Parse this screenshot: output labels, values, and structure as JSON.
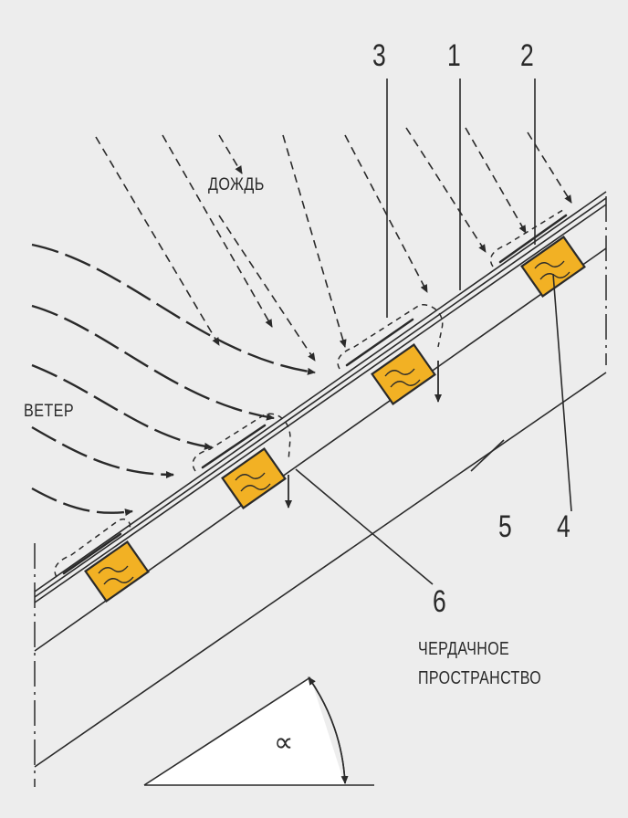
{
  "labels": {
    "rain": "ДОЖДЬ",
    "wind": "ВЕТЕР",
    "attic_line1": "ЧЕРДАЧНОЕ",
    "attic_line2": "ПРОСТРАНСТВО",
    "angle": "∝"
  },
  "callouts": {
    "n1": "1",
    "n2": "2",
    "n3": "3",
    "n4": "4",
    "n5": "5",
    "n6": "6"
  },
  "colors": {
    "background": "#ededed",
    "line": "#2a2a2a",
    "batten_fill": "#f2b124",
    "angle_fill": "#ffffff"
  }
}
